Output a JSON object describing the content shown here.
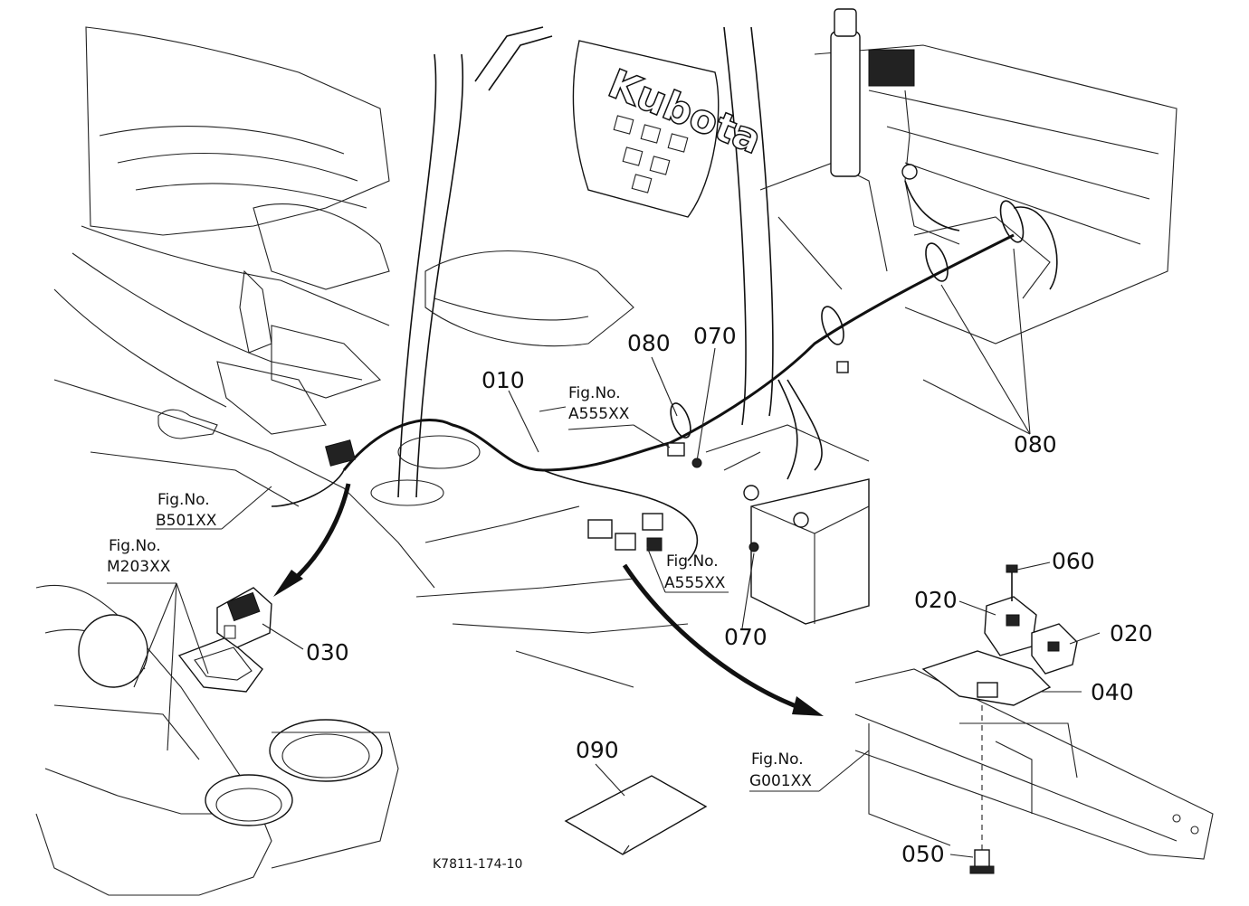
{
  "brand_text": "Kubota",
  "drawing_code": "K7811-174-10",
  "callouts": {
    "c010": "010",
    "c020a": "020",
    "c020b": "020",
    "c030": "030",
    "c040": "040",
    "c050": "050",
    "c060": "060",
    "c070a": "070",
    "c070b": "070",
    "c080a": "080",
    "c080b": "080",
    "c090": "090"
  },
  "figure_refs": {
    "b501": {
      "line1": "Fig.No.",
      "line2": "B501XX"
    },
    "m203": {
      "line1": "Fig.No.",
      "line2": "M203XX"
    },
    "a555_top": {
      "line1": "Fig.No.",
      "line2": "A555XX"
    },
    "a555_mid": {
      "line1": "Fig.No.",
      "line2": "A555XX"
    },
    "g001": {
      "line1": "Fig.No.",
      "line2": "G001XX"
    }
  }
}
